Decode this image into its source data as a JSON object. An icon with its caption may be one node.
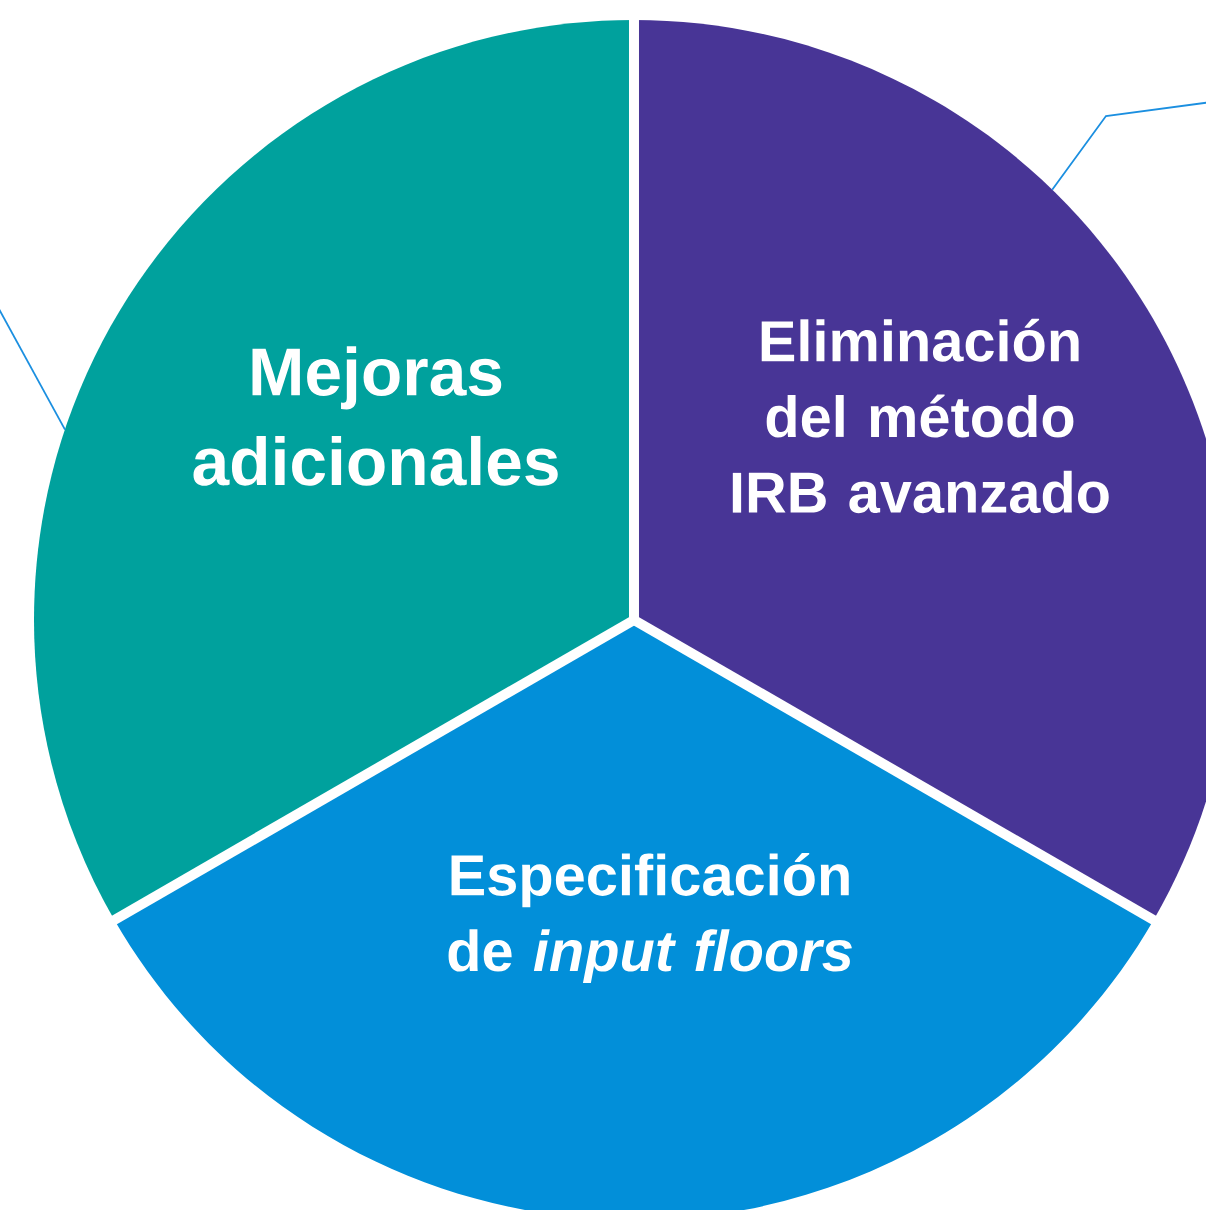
{
  "diagram": {
    "nodes": [
      {
        "text": [
          "Mejoras adicionales"
        ]
      },
      {
        "text": [
          "Eliminación del método IRB avanzado"
        ]
      },
      {
        "text": [
          "Especificación de *input floors*"
        ]
      }
    ],
    "edges": [
      {
        "from": null,
        "to": 1,
        "arrow": "none"
      },
      {
        "from": null,
        "to": 0,
        "arrow": "none"
      }
    ]
  }
}
